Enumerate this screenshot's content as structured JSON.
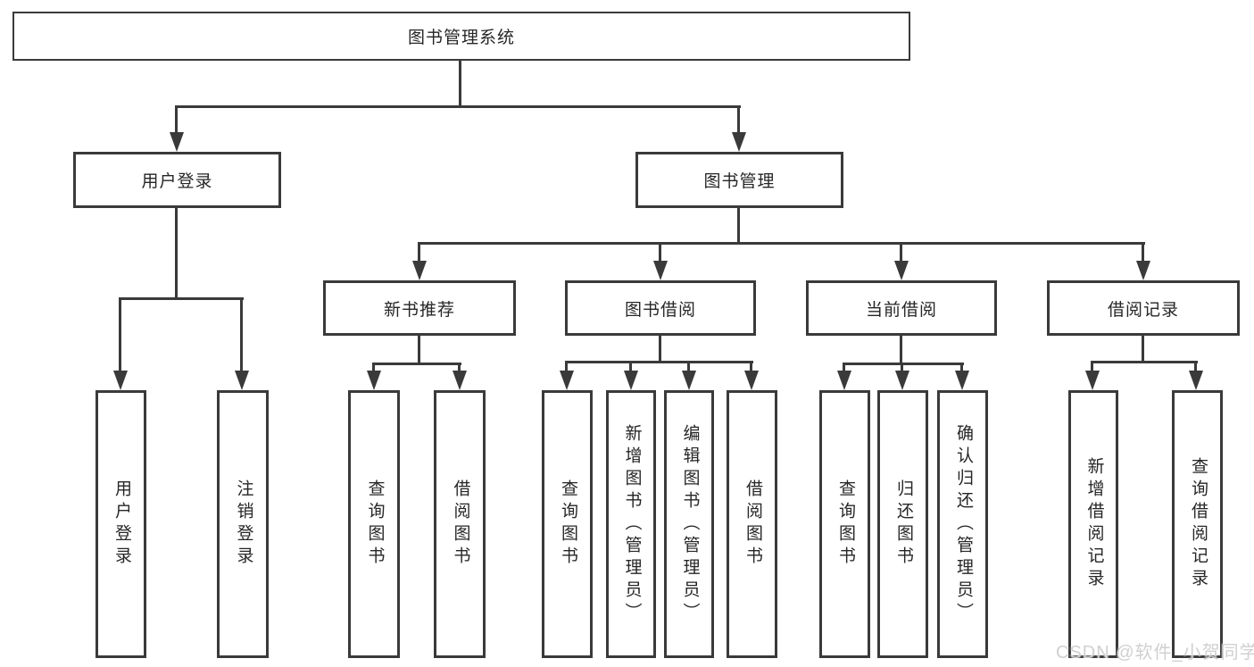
{
  "diagram": {
    "tree": {
      "root": {
        "label": "图书管理系统"
      },
      "branches": [
        {
          "label": "用户登录",
          "children": [
            {
              "label": "用户登录"
            },
            {
              "label": "注销登录"
            }
          ]
        },
        {
          "label": "图书管理",
          "children": [
            {
              "label": "新书推荐",
              "children": [
                {
                  "label": "查询图书"
                },
                {
                  "label": "借阅图书"
                }
              ]
            },
            {
              "label": "图书借阅",
              "children": [
                {
                  "label": "查询图书"
                },
                {
                  "label": "新增图书（管理员）"
                },
                {
                  "label": "编辑图书（管理员）"
                },
                {
                  "label": "借阅图书"
                }
              ]
            },
            {
              "label": "当前借阅",
              "children": [
                {
                  "label": "查询图书"
                },
                {
                  "label": "归还图书"
                },
                {
                  "label": "确认归还（管理员）"
                }
              ]
            },
            {
              "label": "借阅记录",
              "children": [
                {
                  "label": "新增借阅记录"
                },
                {
                  "label": "查询借阅记录"
                }
              ]
            }
          ]
        }
      ]
    },
    "colors": {
      "line": "#3a3a3a",
      "text": "#262626",
      "background": "#ffffff",
      "watermark": "#d0d0d0"
    },
    "watermark": {
      "text": "CSDN @软件_小贺同学"
    }
  }
}
